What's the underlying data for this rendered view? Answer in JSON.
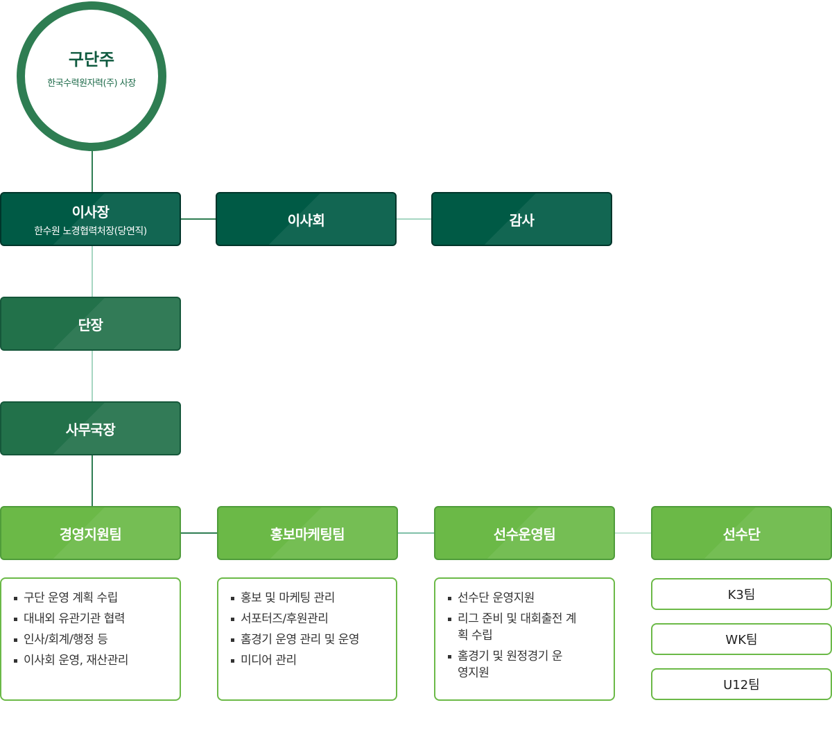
{
  "chairman": {
    "name": "구단주",
    "title": "한국수력원자력(주) 사장"
  },
  "president": {
    "title": "이사장",
    "sub": "한수원 노경협력처장(당연직)"
  },
  "board": {
    "title": "이사회"
  },
  "audit": {
    "title": "감사"
  },
  "director": {
    "title": "단장"
  },
  "secretary": {
    "title": "사무국장"
  },
  "teams": [
    {
      "title": "경영지원팀",
      "items": [
        "구단 운영 계획 수립",
        "대내외 유관기관 협력",
        "인사/회계/행정 등",
        "이사회 운영, 재산관리"
      ]
    },
    {
      "title": "홍보마케팅팀",
      "items": [
        "홍보 및 마케팅 관리",
        "서포터즈/후원관리",
        "홈경기 운영 관리 및 운영",
        "미디어 관리"
      ]
    },
    {
      "title": "선수운영팀",
      "items": [
        "선수단 운영지원",
        "리그 준비 및 대회출전 계획 수립",
        "홈경기 및 원정경기 운영지원"
      ]
    },
    {
      "title": "선수단",
      "squads": [
        "K3팀",
        "WK팀",
        "U12팀"
      ]
    }
  ],
  "colors": {
    "dark_green": "#005a45",
    "mid_green": "#22714a",
    "light_green": "#6bb947",
    "circle_border": "#2e7d52"
  }
}
